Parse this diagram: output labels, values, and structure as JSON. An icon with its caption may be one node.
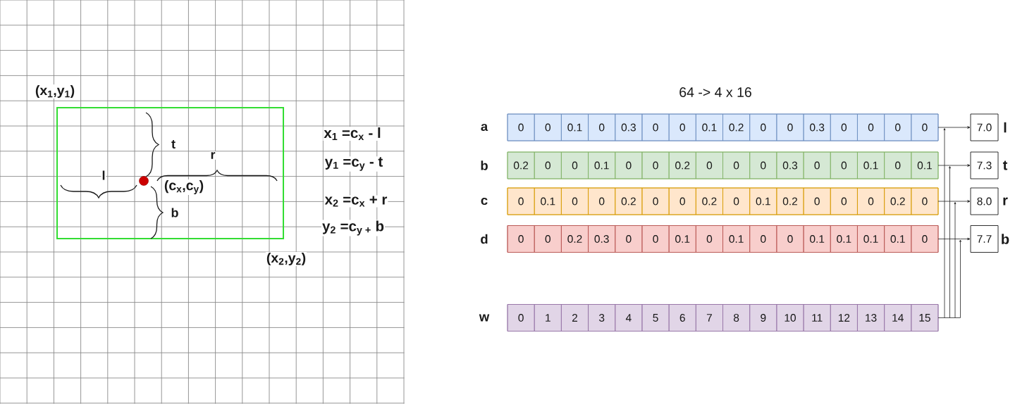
{
  "diagram": {
    "nodes": [
      {
        "text": [],
        "shape": "bar",
        "beside": [
          "a"
        ]
      },
      {
        "text": [
          "0"
        ],
        "in": 0
      },
      {
        "text": [
          "0"
        ],
        "in": 0
      },
      {
        "text": [
          "0.1"
        ],
        "in": 0
      },
      {
        "text": [
          "0"
        ],
        "in": 0
      },
      {
        "text": [
          "0.3"
        ],
        "in": 0
      },
      {
        "text": [
          "0"
        ],
        "in": 0
      },
      {
        "text": [
          "0"
        ],
        "in": 0
      },
      {
        "text": [
          "0.1"
        ],
        "in": 0
      },
      {
        "text": [
          "0.2"
        ],
        "in": 0
      },
      {
        "text": [
          "0"
        ],
        "in": 0
      },
      {
        "text": [
          "0"
        ],
        "in": 0
      },
      {
        "text": [
          "0.3"
        ],
        "in": 0
      },
      {
        "text": [
          "0"
        ],
        "in": 0
      },
      {
        "text": [
          "0"
        ],
        "in": 0
      },
      {
        "text": [
          "0"
        ],
        "in": 0
      },
      {
        "text": [
          "0"
        ],
        "in": 0
      },
      {
        "text": [],
        "shape": "bar",
        "beside": [
          "b"
        ]
      },
      {
        "text": [
          "0.2"
        ],
        "in": 17
      },
      {
        "text": [
          "0"
        ],
        "in": 17
      },
      {
        "text": [
          "0"
        ],
        "in": 17
      },
      {
        "text": [
          "0.1"
        ],
        "in": 17
      },
      {
        "text": [
          "0"
        ],
        "in": 17
      },
      {
        "text": [
          "0"
        ],
        "in": 17
      },
      {
        "text": [
          "0.2"
        ],
        "in": 17
      },
      {
        "text": [
          "0"
        ],
        "in": 17
      },
      {
        "text": [
          "0"
        ],
        "in": 17
      },
      {
        "text": [
          "0"
        ],
        "in": 17
      },
      {
        "text": [
          "0.3"
        ],
        "in": 17
      },
      {
        "text": [
          "0"
        ],
        "in": 17
      },
      {
        "text": [
          "0"
        ],
        "in": 17
      },
      {
        "text": [
          "0.1"
        ],
        "in": 17
      },
      {
        "text": [
          "0"
        ],
        "in": 17
      },
      {
        "text": [
          "0.1"
        ],
        "in": 17
      },
      {
        "text": [],
        "shape": "bar",
        "beside": [
          "c"
        ]
      },
      {
        "text": [
          "0"
        ],
        "in": 34
      },
      {
        "text": [
          "0.1"
        ],
        "in": 34
      },
      {
        "text": [
          "0"
        ],
        "in": 34
      },
      {
        "text": [
          "0"
        ],
        "in": 34
      },
      {
        "text": [
          "0.2"
        ],
        "in": 34
      },
      {
        "text": [
          "0"
        ],
        "in": 34
      },
      {
        "text": [
          "0"
        ],
        "in": 34
      },
      {
        "text": [
          "0.2"
        ],
        "in": 34
      },
      {
        "text": [
          "0"
        ],
        "in": 34
      },
      {
        "text": [
          "0.1"
        ],
        "in": 34
      },
      {
        "text": [
          "0.2"
        ],
        "in": 34
      },
      {
        "text": [
          "0"
        ],
        "in": 34
      },
      {
        "text": [
          "0"
        ],
        "in": 34
      },
      {
        "text": [
          "0"
        ],
        "in": 34
      },
      {
        "text": [
          "0.2"
        ],
        "in": 34
      },
      {
        "text": [
          "0"
        ],
        "in": 34
      },
      {
        "text": [],
        "shape": "bar",
        "beside": [
          "d"
        ]
      },
      {
        "text": [
          "0"
        ],
        "in": 51
      },
      {
        "text": [
          "0"
        ],
        "in": 51
      },
      {
        "text": [
          "0.2"
        ],
        "in": 51
      },
      {
        "text": [
          "0.3"
        ],
        "in": 51
      },
      {
        "text": [
          "0"
        ],
        "in": 51
      },
      {
        "text": [
          "0"
        ],
        "in": 51
      },
      {
        "text": [
          "0.1"
        ],
        "in": 51
      },
      {
        "text": [
          "0"
        ],
        "in": 51
      },
      {
        "text": [
          "0.1"
        ],
        "in": 51
      },
      {
        "text": [
          "0"
        ],
        "in": 51
      },
      {
        "text": [
          "0"
        ],
        "in": 51
      },
      {
        "text": [
          "0.1"
        ],
        "in": 51
      },
      {
        "text": [
          "0.1"
        ],
        "in": 51
      },
      {
        "text": [
          "0.1"
        ],
        "in": 51
      },
      {
        "text": [
          "0.1"
        ],
        "in": 51
      },
      {
        "text": [
          "0"
        ],
        "in": 51
      },
      {
        "text": [],
        "shape": "bar",
        "beside": [
          "w"
        ]
      },
      {
        "text": [
          "0"
        ],
        "in": 68
      },
      {
        "text": [
          "1"
        ],
        "in": 68
      },
      {
        "text": [
          "2"
        ],
        "in": 68
      },
      {
        "text": [
          "3"
        ],
        "in": 68
      },
      {
        "text": [
          "4"
        ],
        "in": 68
      },
      {
        "text": [
          "5"
        ],
        "in": 68
      },
      {
        "text": [
          "6"
        ],
        "in": 68
      },
      {
        "text": [
          "7"
        ],
        "in": 68
      },
      {
        "text": [
          "8"
        ],
        "in": 68
      },
      {
        "text": [
          "9"
        ],
        "in": 68
      },
      {
        "text": [
          "10"
        ],
        "in": 68
      },
      {
        "text": [
          "11"
        ],
        "in": 68
      },
      {
        "text": [
          "12"
        ],
        "in": 68
      },
      {
        "text": [
          "13"
        ],
        "in": 68
      },
      {
        "text": [
          "14"
        ],
        "in": 68
      },
      {
        "text": [
          "15"
        ],
        "in": 68
      },
      {
        "text": [
          "7.0"
        ],
        "beside": [
          "l"
        ]
      },
      {
        "text": [
          "7.3"
        ],
        "beside": [
          "t"
        ]
      },
      {
        "text": [
          "8.0"
        ],
        "beside": [
          "r"
        ]
      },
      {
        "text": [
          "7.7"
        ],
        "beside": [
          "b"
        ]
      }
    ],
    "edges": [
      {
        "from": 0,
        "to": 85,
        "arrow": "to"
      },
      {
        "from": 17,
        "to": 86,
        "arrow": "to"
      },
      {
        "from": 34,
        "to": 87,
        "arrow": "to"
      },
      {
        "from": 51,
        "to": 88,
        "arrow": "to"
      },
      {
        "from": 68,
        "to": 85,
        "arrow": "to"
      },
      {
        "from": 68,
        "to": 86,
        "arrow": "to"
      },
      {
        "from": 68,
        "to": 87,
        "arrow": "to"
      },
      {
        "from": 68,
        "to": 88,
        "arrow": "to"
      }
    ],
    "labels": [
      "(x$_{1}$,y$_{1}$)",
      "t",
      "r",
      "l",
      "(c$_{x}$,c$_{y}$)",
      "b",
      "(x$_{2}$,y$_{2}$)",
      "x$_{1}$ =c$_{x}$ - l",
      "y$_{1}$ =c$_{y}$ - t",
      "x$_{2}$ =c$_{x}$ + r",
      "y$_{2}$ =c$_{y +}$ b",
      "64 -> 4 x 16"
    ]
  }
}
